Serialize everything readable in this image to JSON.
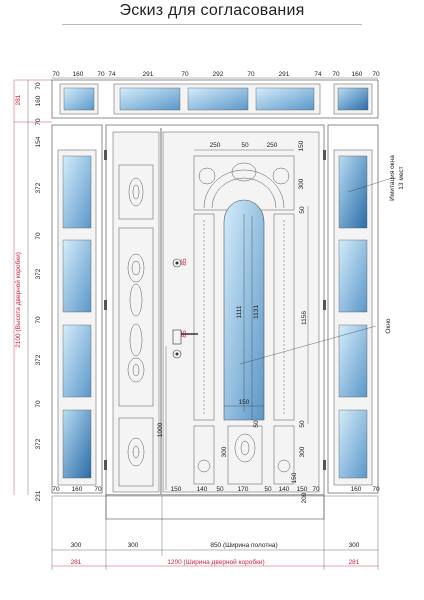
{
  "title": "Эскиз для согласования",
  "colors": {
    "glass_light": "#b8dcf2",
    "glass_dark": "#2a6ca8",
    "red": "#d02040",
    "line": "#333333"
  },
  "top_dims": [
    "70",
    "160",
    "70",
    "74",
    "291",
    "70",
    "292",
    "70",
    "291",
    "74",
    "70",
    "160",
    "70"
  ],
  "left_dims_black": [
    "70",
    "160",
    "70",
    "154",
    "372",
    "70",
    "372",
    "70",
    "372",
    "70",
    "372",
    "231"
  ],
  "left_dims_red": [
    "281",
    "2100 (Высота дверной коробки)"
  ],
  "arch_dims": [
    "250",
    "50",
    "250",
    "150",
    "300"
  ],
  "window_dims": [
    "1111",
    "1131",
    "1156",
    "150",
    "50",
    "50"
  ],
  "inner_right_dims": [
    "50",
    "300",
    "150"
  ],
  "door_dims": [
    "1000",
    "200",
    "300"
  ],
  "bottom_row_dims": [
    "70",
    "160",
    "70",
    "150",
    "140",
    "50",
    "170",
    "50",
    "140",
    "150",
    "70",
    "160",
    "70"
  ],
  "lock_marks": [
    "85",
    "85"
  ],
  "bottom_dims": [
    "300",
    "300",
    "850 (Ширина полотна)",
    "300"
  ],
  "bottom_red_dims": [
    "281",
    "1200 (Ширина дверной коробки)",
    "281"
  ],
  "annotations": {
    "imitation_line1": "Имитация окна",
    "imitation_line2": "13 мест",
    "window": "Окно"
  }
}
